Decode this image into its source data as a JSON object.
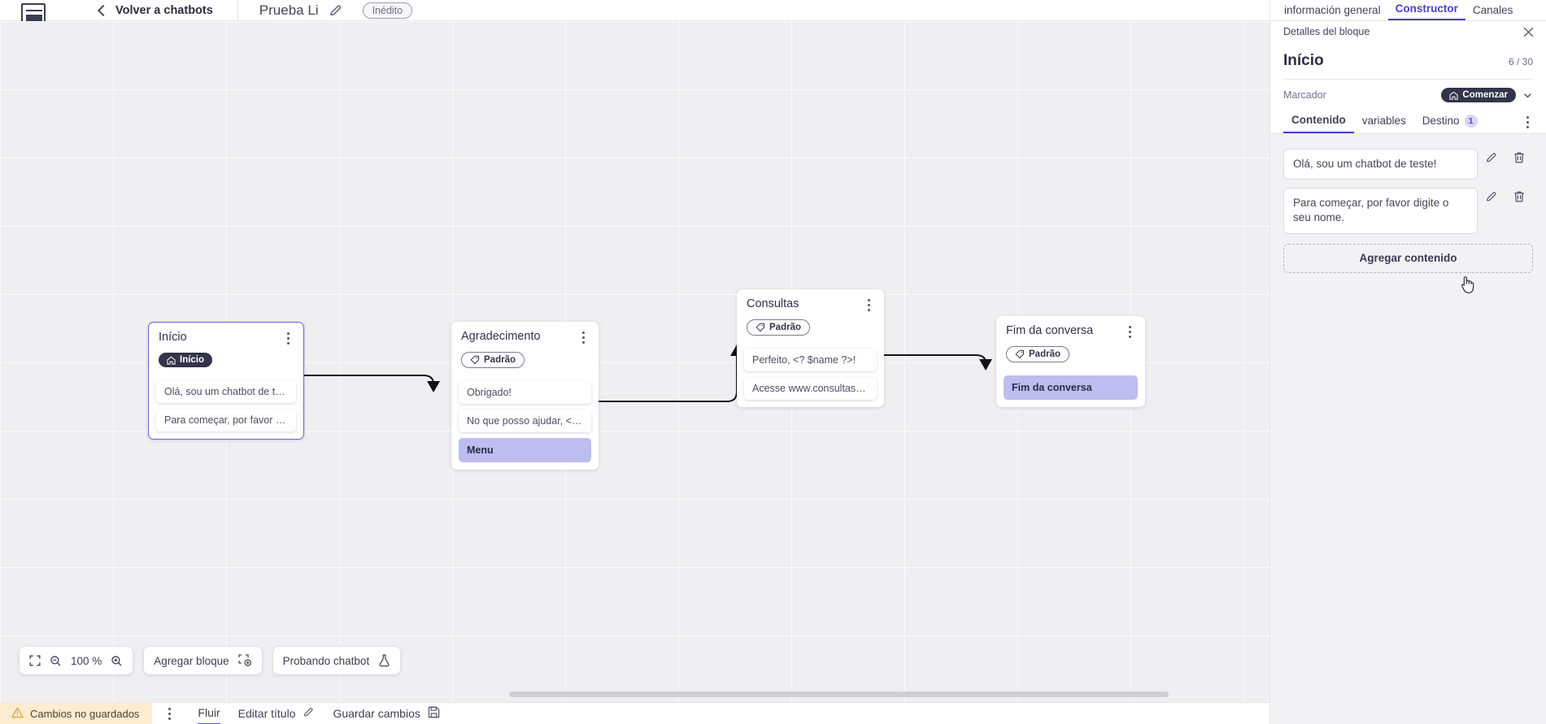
{
  "topbar": {
    "logo_icon": "app-logo-icon",
    "back_chevron_icon": "chevron-left-icon",
    "back_label": "Volver a chatbots",
    "bot_title": "Prueba Li",
    "edit_title_icon": "pencil-icon",
    "status_pill": "Inédito"
  },
  "canvas": {
    "zoom_fit_icon": "fit-screen-icon",
    "zoom_out_icon": "zoom-out-icon",
    "zoom_level": "100 %",
    "zoom_in_icon": "zoom-in-icon",
    "add_block_label": "Agregar bloque",
    "add_block_icon": "add-block-icon",
    "test_bot_label": "Probando chatbot",
    "test_bot_icon": "flask-icon",
    "nodes": [
      {
        "id": "inicio",
        "title": "Início",
        "badge": "Início",
        "badge_style": "dark",
        "badge_icon": "home-icon",
        "kebab_icon": "kebab-menu-icon",
        "selected": true,
        "messages": [
          {
            "text": "Olá, sou um chatbot de teste!",
            "type": "message"
          },
          {
            "text": "Para começar, por favor digite o ...",
            "type": "message"
          }
        ]
      },
      {
        "id": "agradecimento",
        "title": "Agradecimento",
        "badge": "Padrão",
        "badge_style": "outline",
        "badge_icon": "tag-icon",
        "kebab_icon": "kebab-menu-icon",
        "selected": false,
        "messages": [
          {
            "text": "Obrigado!",
            "type": "message"
          },
          {
            "text": "No que posso ajudar, <? $name ...",
            "type": "message"
          },
          {
            "text": "Menu",
            "type": "action"
          }
        ]
      },
      {
        "id": "consultas",
        "title": "Consultas",
        "badge": "Padrão",
        "badge_style": "outline",
        "badge_icon": "tag-icon",
        "kebab_icon": "kebab-menu-icon",
        "selected": false,
        "messages": [
          {
            "text": "Perfeito, <? $name ?>!",
            "type": "message"
          },
          {
            "text": "Acesse www.consultas.com par...",
            "type": "message"
          }
        ]
      },
      {
        "id": "fim-da-conversa",
        "title": "Fim da conversa",
        "badge": "Padrão",
        "badge_style": "outline",
        "badge_icon": "tag-icon",
        "kebab_icon": "kebab-menu-icon",
        "selected": false,
        "messages": [
          {
            "text": "Fim da conversa",
            "type": "action"
          }
        ]
      }
    ]
  },
  "bottombar": {
    "warning_icon": "warning-triangle-icon",
    "unsaved_label": "Cambios no guardados",
    "kebab_icon": "kebab-menu-icon",
    "flow_label": "Fluir",
    "edit_title_label": "Editar título",
    "edit_title_icon": "pencil-icon",
    "save_label": "Guardar cambios",
    "save_icon": "save-disk-icon"
  },
  "rpanel": {
    "tabs": [
      {
        "label": "información general",
        "active": false
      },
      {
        "label": "Constructor",
        "active": true
      },
      {
        "label": "Canales",
        "active": false
      }
    ],
    "details_label": "Detalles del bloque",
    "close_icon": "close-icon",
    "block_title": "Início",
    "block_count": "6 / 30",
    "marker_label": "Marcador",
    "marker_badge": "Comenzar",
    "marker_badge_icon": "home-icon",
    "marker_chevron_icon": "chevron-down-icon",
    "content_tabs": [
      {
        "label": "Contenido",
        "active": true,
        "badge": ""
      },
      {
        "label": "variables",
        "active": false,
        "badge": ""
      },
      {
        "label": "Destino",
        "active": false,
        "badge": "1"
      }
    ],
    "tabs_kebab_icon": "kebab-menu-icon",
    "content_items": [
      {
        "text": "Olá, sou um chatbot de teste!",
        "edit_icon": "pencil-icon",
        "delete_icon": "trash-icon"
      },
      {
        "text": "Para começar, por favor digite o seu nome.",
        "edit_icon": "pencil-icon",
        "delete_icon": "trash-icon"
      }
    ],
    "add_content_label": "Agregar contenido"
  },
  "colors": {
    "accent": "#4a42c7",
    "node_selected_border": "#6a63d8",
    "action_block": "#bdbdf0",
    "badge_dark": "#33334a",
    "unsaved_bg": "#fcecd0",
    "canvas_bg": "#efeff2"
  }
}
